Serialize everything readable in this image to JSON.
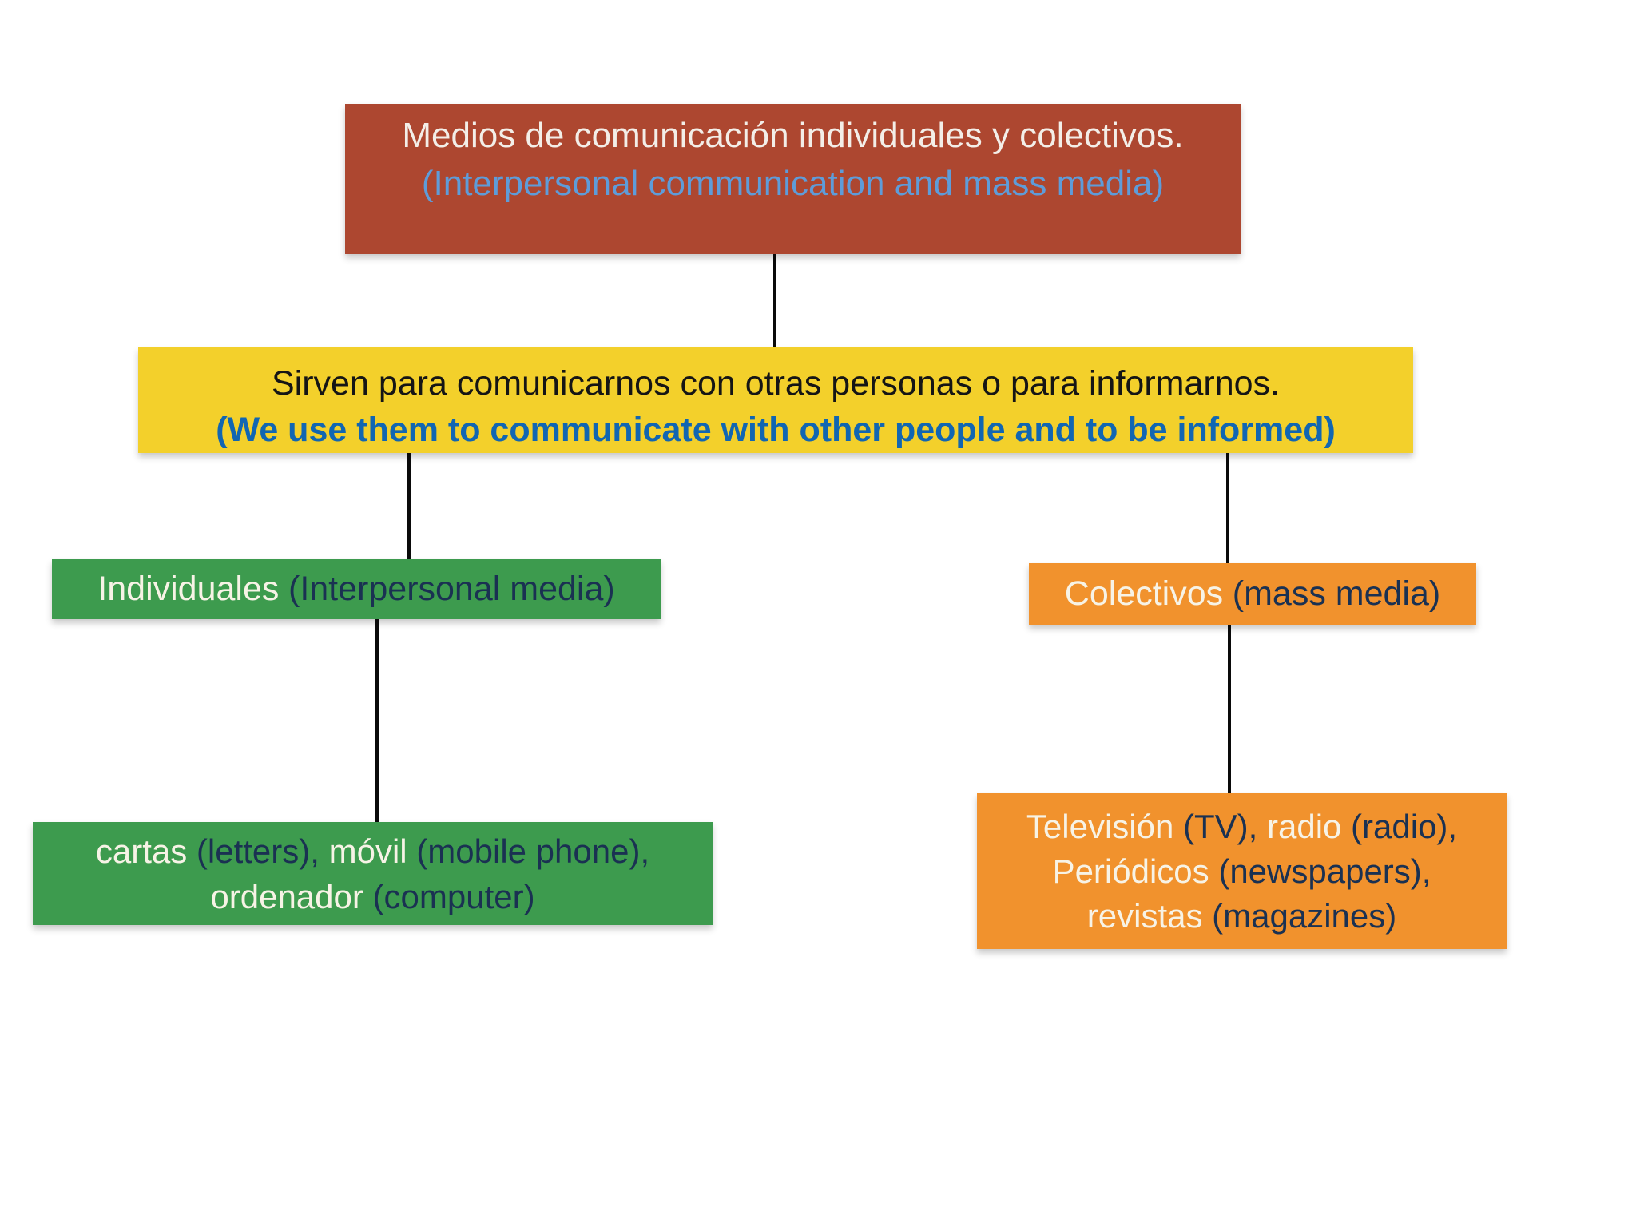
{
  "colors": {
    "red_box": "#ad4730",
    "yellow_box": "#f3d02b",
    "green_box": "#3d9b4e",
    "orange_box": "#f1922d",
    "white_text": "#f3eee8",
    "cream_text": "#f7f3e6",
    "light_blue_text": "#5e9cd9",
    "blue_bold_text": "#1166b2",
    "navy_text": "#1a3152",
    "black_text": "#151515",
    "connector": "#0a0a0a",
    "page_bg": "#ffffff"
  },
  "diagram": {
    "root": {
      "title_es": "Medios de comunicación individuales y colectivos.",
      "title_en": "(Interpersonal communication and mass media)"
    },
    "purpose": {
      "text_es": "Sirven para comunicarnos con otras personas o para informarnos.",
      "text_en": "(We use them to communicate with other people and to be informed)"
    },
    "individuales": {
      "label_es": "Individuales",
      "label_en": "(Interpersonal media)"
    },
    "colectivos": {
      "label_es": "Colectivos",
      "label_en": "(mass media)"
    },
    "individuales_examples": {
      "line1": [
        {
          "t": "cartas ",
          "c": "cream"
        },
        {
          "t": "(letters), ",
          "c": "navy"
        },
        {
          "t": "móvil ",
          "c": "cream"
        },
        {
          "t": "(mobile phone),",
          "c": "navy"
        }
      ],
      "line2": [
        {
          "t": "ordenador ",
          "c": "cream"
        },
        {
          "t": "(computer)",
          "c": "navy"
        }
      ]
    },
    "colectivos_examples": {
      "line1": [
        {
          "t": "Televisión ",
          "c": "cream"
        },
        {
          "t": "(TV), ",
          "c": "navy"
        },
        {
          "t": "radio ",
          "c": "cream"
        },
        {
          "t": "(radio),",
          "c": "navy"
        }
      ],
      "line2": [
        {
          "t": "Periódicos ",
          "c": "cream"
        },
        {
          "t": "(newspapers),",
          "c": "navy"
        }
      ],
      "line3": [
        {
          "t": "revistas ",
          "c": "cream"
        },
        {
          "t": "(magazines)",
          "c": "navy"
        }
      ]
    }
  }
}
